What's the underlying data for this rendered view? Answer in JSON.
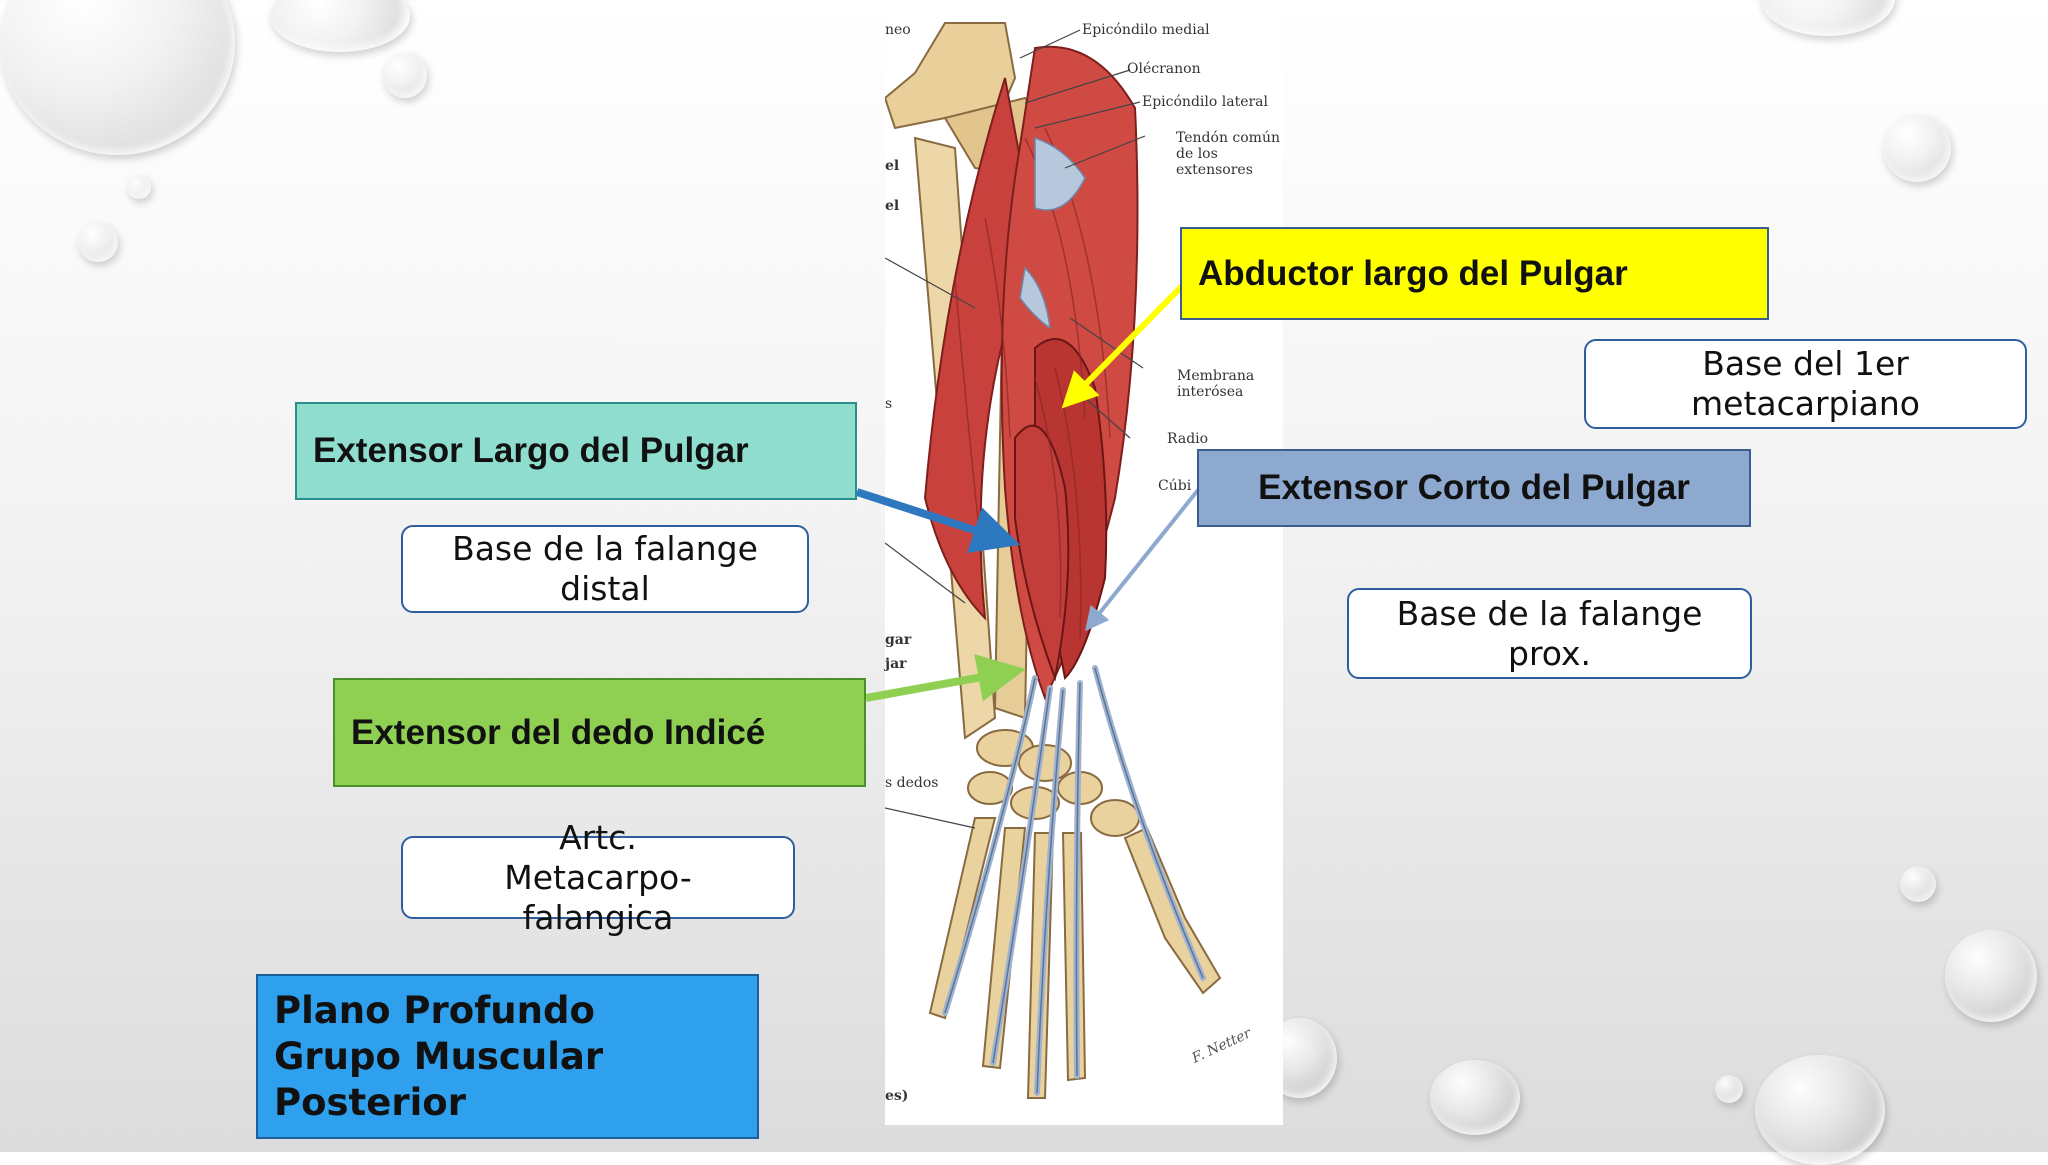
{
  "labels": {
    "abductor": "Abductor largo del Pulgar",
    "ext_largo": "Extensor Largo del Pulgar",
    "ext_corto": "Extensor Corto del Pulgar",
    "ext_indice": "Extensor del dedo Indicé",
    "plano": "Plano Profundo Grupo Muscular Posterior"
  },
  "insertions": {
    "base_1er": "Base del 1er metacarpiano",
    "falange_distal": "Base de la falange distal",
    "falange_prox": "Base de la falange prox.",
    "artc": "Artc. Metacarpo-falangica"
  },
  "figure_labels": {
    "neo": "neo",
    "epicondilo_medial": "Epicóndilo medial",
    "olecranon": "Olécranon",
    "epicondilo_lateral": "Epicóndilo lateral",
    "tendon": "Tendón común de los extensores",
    "membrana": "Membrana interósea",
    "radio": "Radio",
    "cubito": "Cúbi",
    "el1": "el",
    "el2": "el",
    "s": "s",
    "gar": "gar",
    "jar": "jar",
    "dedos": "s dedos",
    "es": "es)",
    "signature": "F. Netter"
  },
  "colors": {
    "abductor": "#ffff00",
    "ext_largo": "#8fddcf",
    "ext_corto": "#8ea9cf",
    "ext_indice": "#8fcf52",
    "plano": "#2ea0ee"
  }
}
